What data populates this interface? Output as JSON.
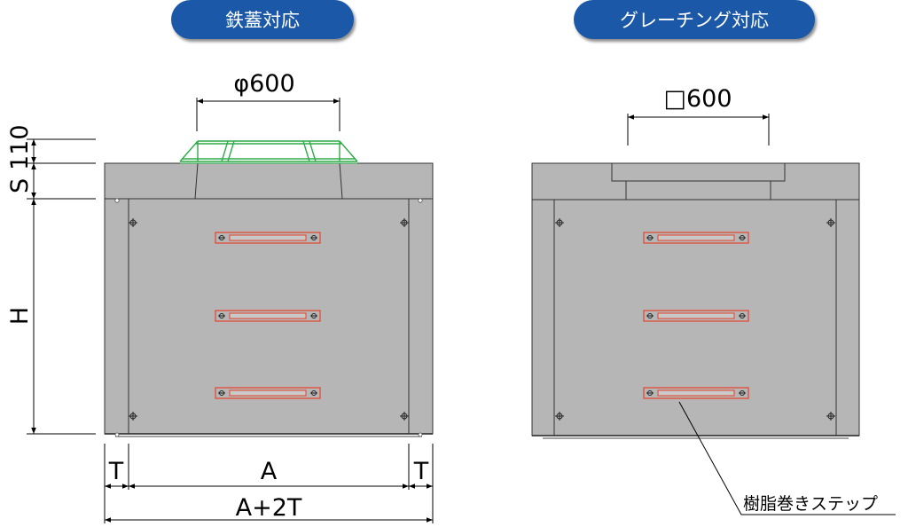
{
  "left_view": {
    "title": "鉄蓋対応",
    "opening_dim": "φ600",
    "s_dim": "S",
    "s_value": "110",
    "h_dim": "H",
    "t_left": "T",
    "a_dim": "A",
    "t_right": "T",
    "total_dim": "A+2T"
  },
  "right_view": {
    "title": "グレーチング対応",
    "opening_dim": "□600",
    "step_callout": "樹脂巻きステップ"
  },
  "colors": {
    "title_pill": "#1b58a8",
    "concrete": "#b5b6b5",
    "frame": "#2eab49",
    "step_outline": "#e8412a"
  }
}
